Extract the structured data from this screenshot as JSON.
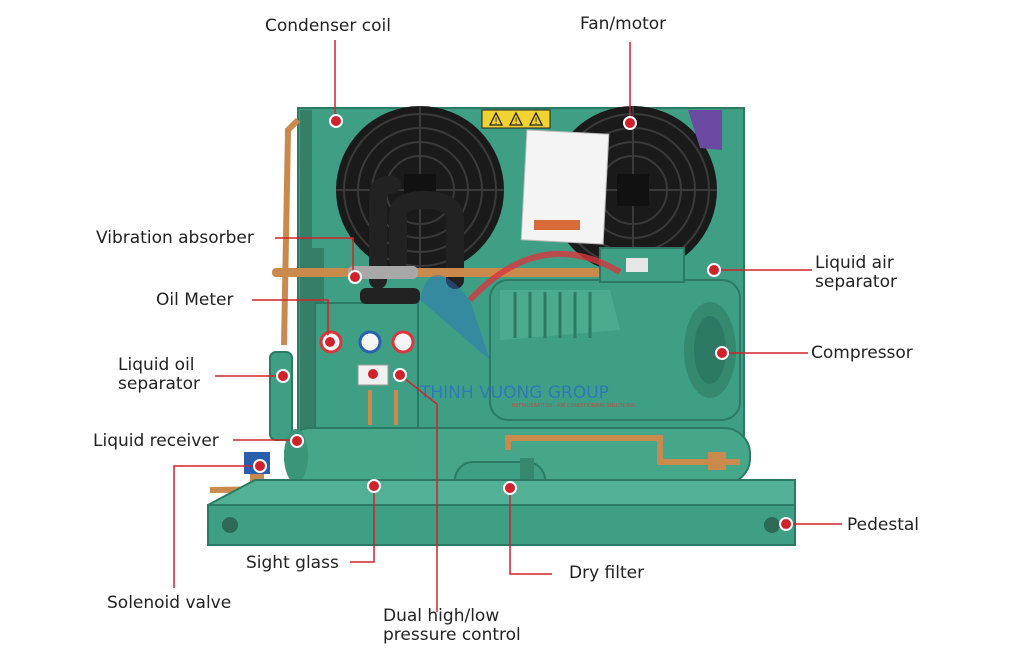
{
  "warning_signs": [
    "!",
    "!",
    "!"
  ],
  "watermark": {
    "text": "THINH VUONG GROUP",
    "subtext": "REFRIGERATION - AIR CONDITIONING SOLUTIONS"
  },
  "labels": {
    "condenser_coil": "Condenser coil",
    "fan_motor": "Fan/motor",
    "vibration_absorber": "Vibration absorber",
    "oil_meter": "Oil Meter",
    "liquid_oil_separator_1": "Liquid oil",
    "liquid_oil_separator_2": "separator",
    "liquid_receiver": "Liquid receiver",
    "sight_glass": "Sight glass",
    "solenoid_valve": "Solenoid valve",
    "dual_pressure_control_1": "Dual high/low",
    "dual_pressure_control_2": "pressure control",
    "dry_filter": "Dry filter",
    "pedestal": "Pedestal",
    "compressor": "Compressor",
    "liquid_air_separator_1": "Liquid air",
    "liquid_air_separator_2": "separator"
  },
  "colors": {
    "unit_body": "#3f9f84",
    "unit_dark": "#2c7a63",
    "fan": "#1a1a1a",
    "copper": "#c98a4b",
    "leader": "#d0222a",
    "marker": "#d0222a",
    "gauge_red": "#d9363e",
    "gauge_blue": "#2a5fb0",
    "watermark_blue": "#2b6fc4",
    "watermark_red": "#d9363e"
  }
}
